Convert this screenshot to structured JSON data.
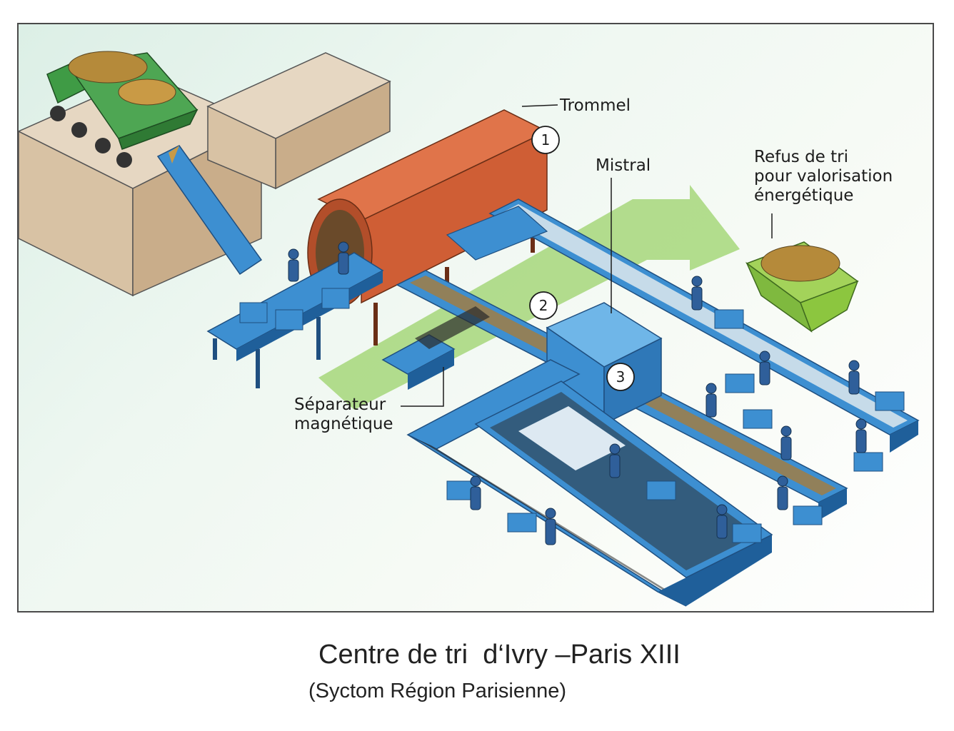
{
  "diagram": {
    "labels": {
      "trommel": "Trommel",
      "mistral": "Mistral",
      "refus_line1": "Refus de tri",
      "refus_line2": "pour valorisation",
      "refus_line3": "énergétique",
      "separateur_line1": "Séparateur",
      "separateur_line2": "magnétique"
    },
    "steps": [
      "1",
      "2",
      "3"
    ],
    "colors": {
      "conveyor": "#3d8fd1",
      "conveyor_dark": "#1f5f9a",
      "trommel": "#d4623a",
      "truck": "#3f9b45",
      "bin": "#8cc63f",
      "flow_arrow": "#9ad16a",
      "building": "#d9c4a8"
    }
  },
  "caption": {
    "title": "Centre de tri  d‘Ivry –Paris XIII",
    "subtitle": "(Syctom Région Parisienne)"
  }
}
